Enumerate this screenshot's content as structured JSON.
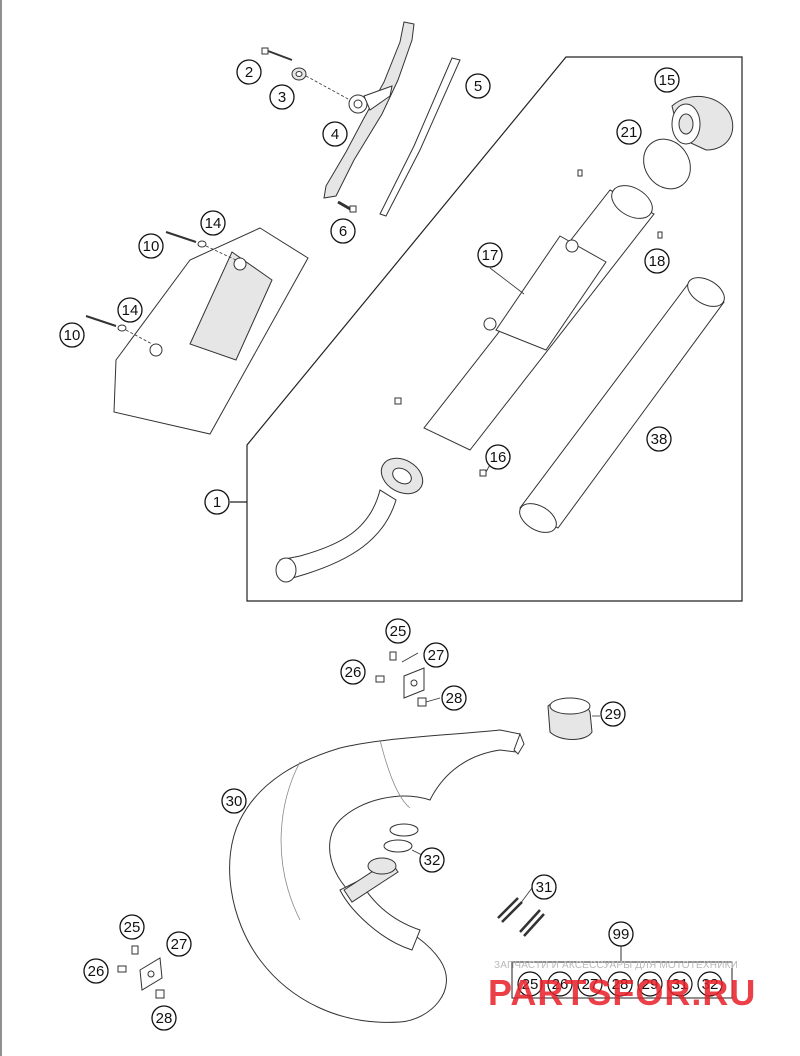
{
  "diagram": {
    "callouts": [
      "1",
      "2",
      "3",
      "4",
      "5",
      "6",
      "10",
      "10",
      "14",
      "14",
      "15",
      "16",
      "17",
      "18",
      "21",
      "38",
      "25",
      "26",
      "27",
      "28",
      "29",
      "30",
      "31",
      "32",
      "25",
      "26",
      "27",
      "28",
      "99"
    ],
    "kit_parts": [
      "25",
      "26",
      "27",
      "28",
      "29",
      "31",
      "32"
    ]
  },
  "watermark": {
    "caption": "ЗАПЧАСТИ И АКСЕССУАРЫ ДЛЯ МОТОТЕХНИКИ",
    "brand": "PARTSFOR.RU",
    "color": "#e81e28"
  }
}
